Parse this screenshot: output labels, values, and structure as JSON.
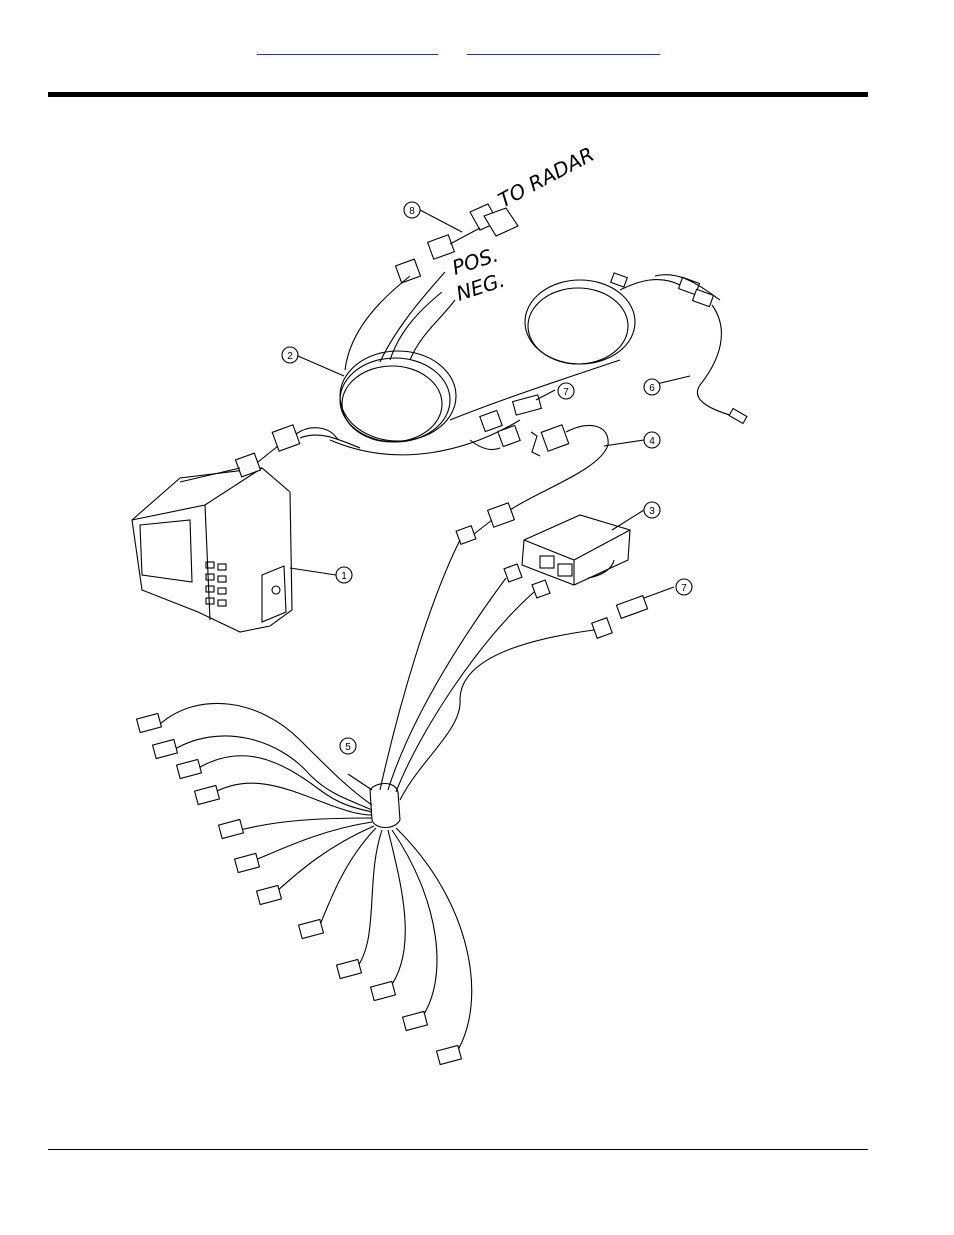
{
  "callouts": [
    "1",
    "2",
    "3",
    "4",
    "5",
    "6",
    "7",
    "7",
    "8"
  ],
  "notes": {
    "to_radar": "TO RADAR",
    "pos": "POS.",
    "neg": "NEG."
  }
}
